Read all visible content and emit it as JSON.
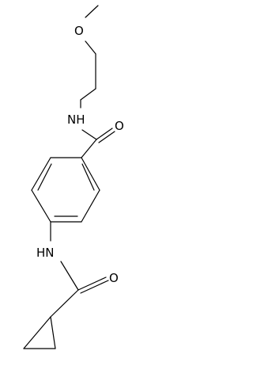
{
  "diagram": {
    "atoms": {
      "ether_oxygen": "O",
      "amide_nh_top": "NH",
      "amide_oxygen_top": "O",
      "amide_nh_bottom": "HN",
      "amide_oxygen_bottom": "O"
    },
    "colors": {
      "bond": "#000000",
      "label": "#000000",
      "background": "#ffffff"
    }
  }
}
